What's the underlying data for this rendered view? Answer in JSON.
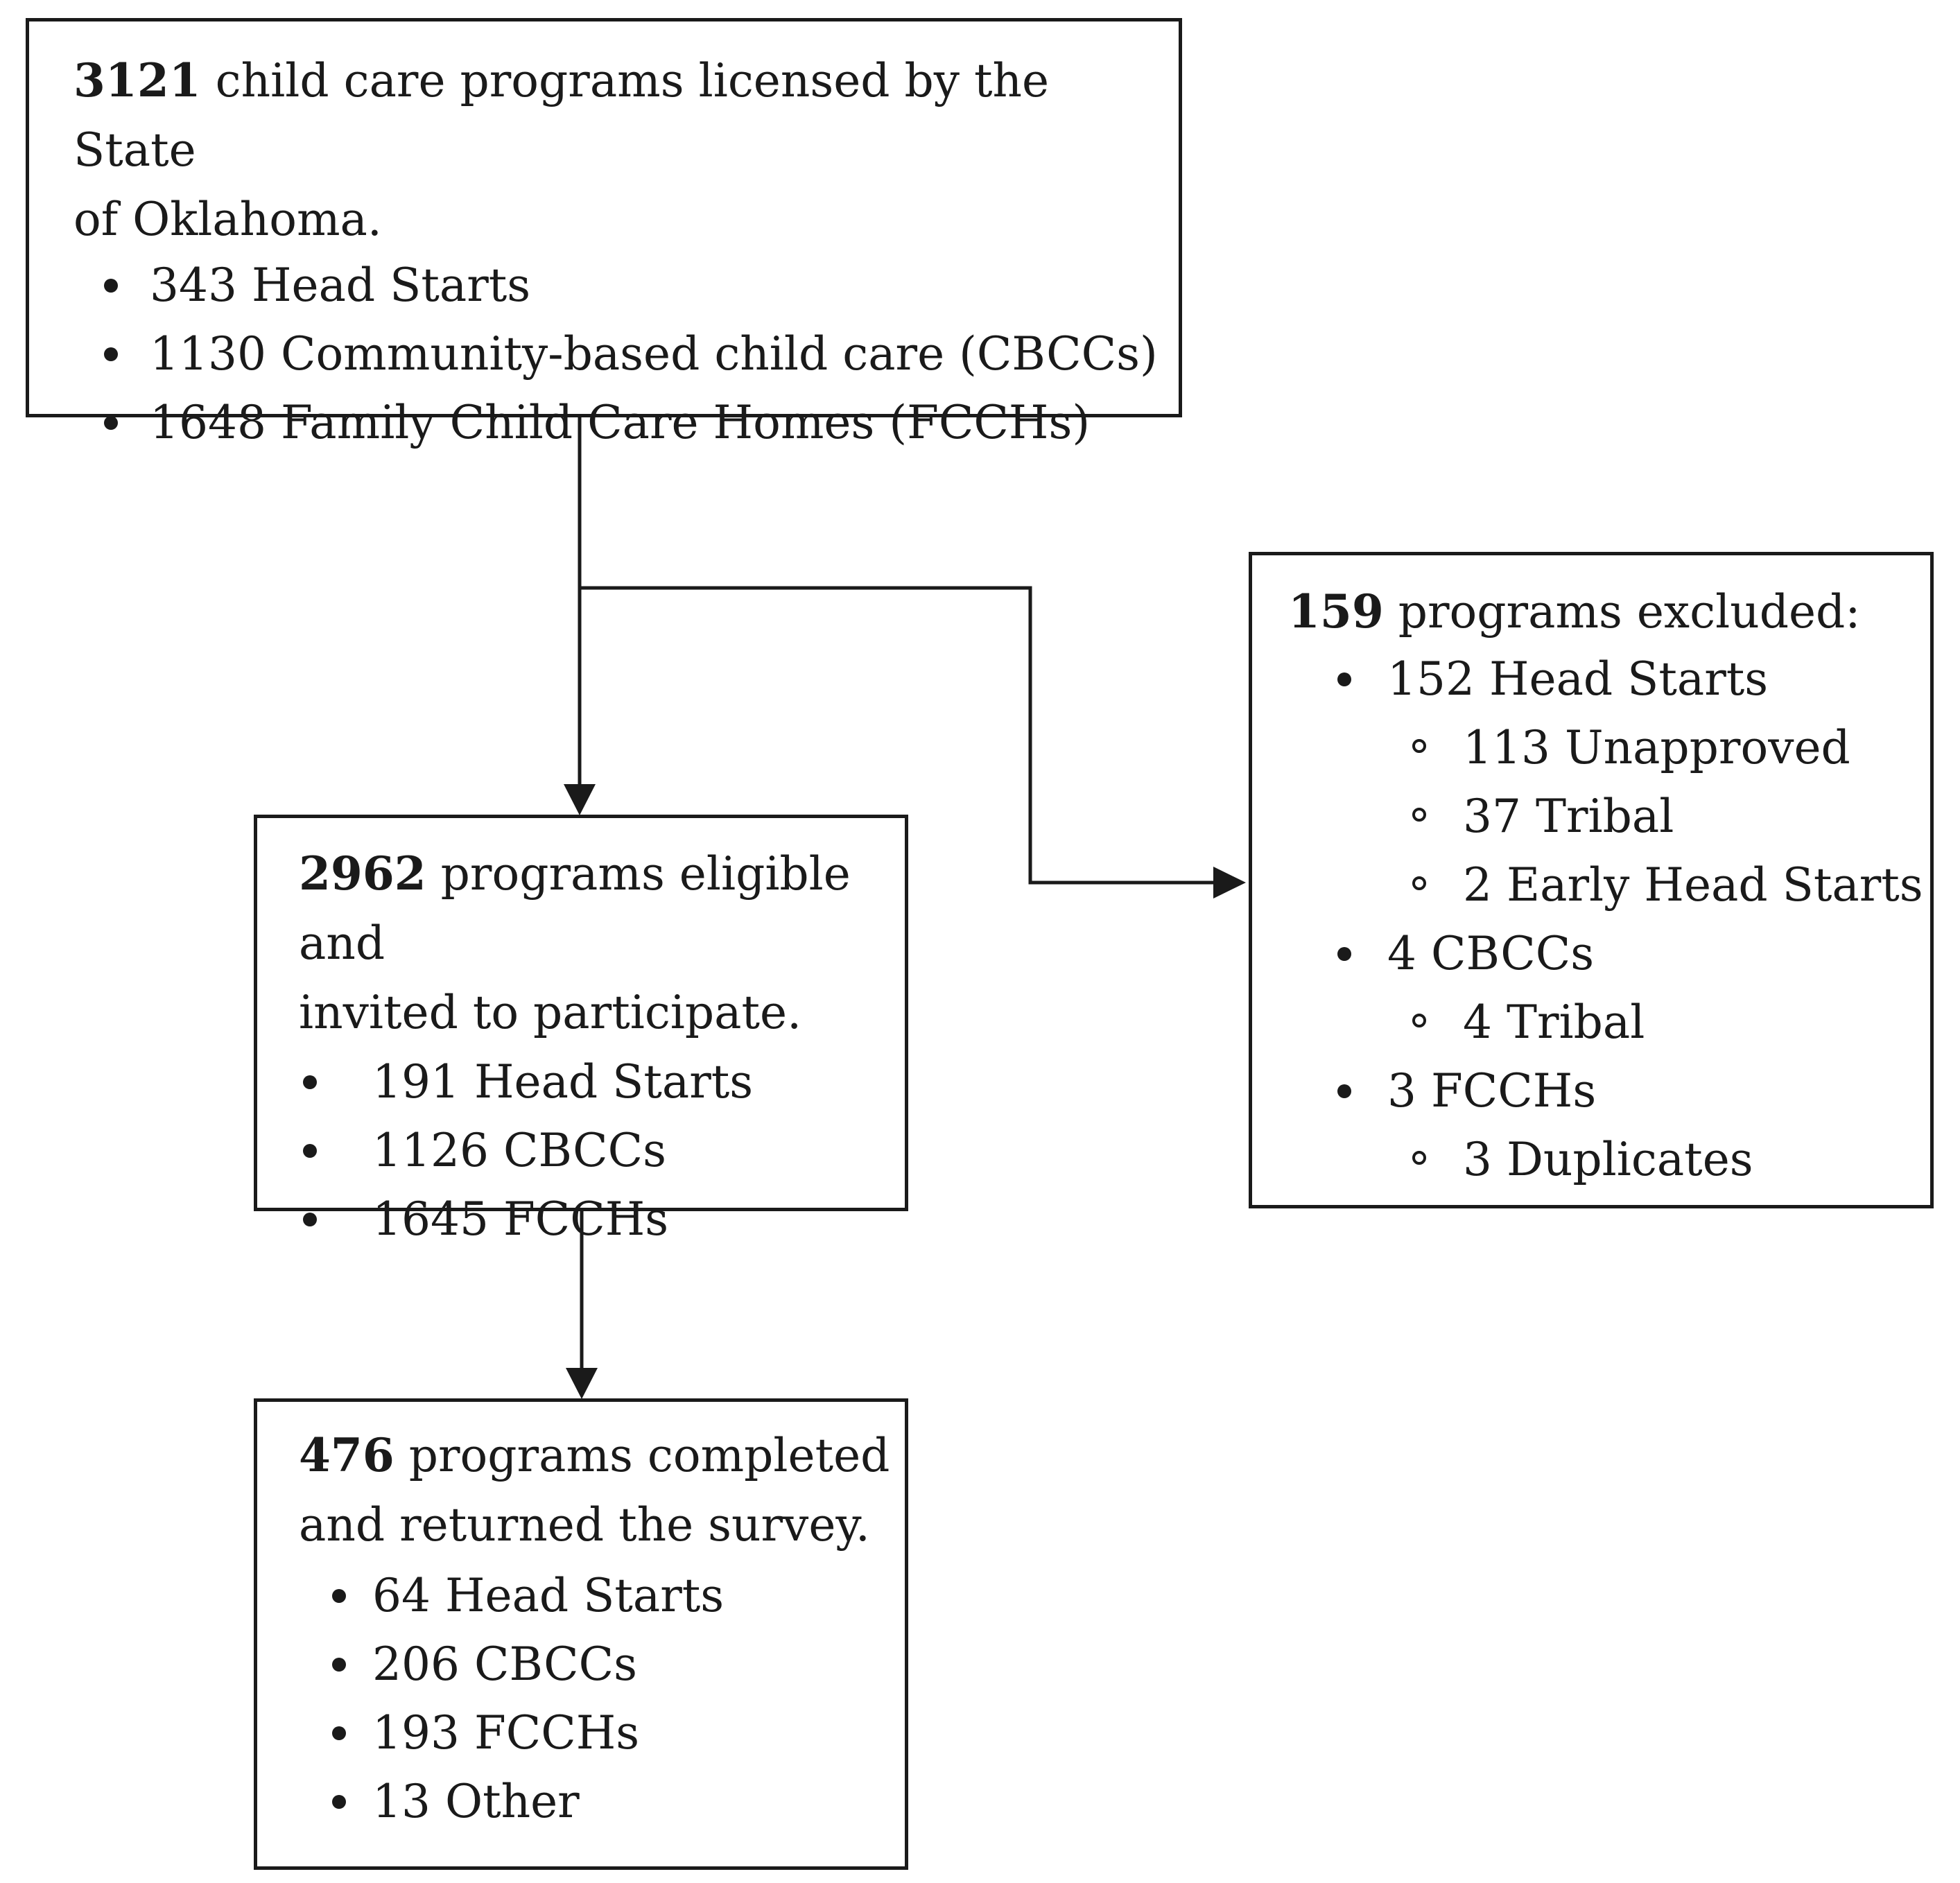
{
  "licensed": {
    "count": "3121",
    "text": " child care programs licensed by the State",
    "text2": "of Oklahoma.",
    "items": [
      "343 Head Starts",
      "1130 Community-based child care (CBCCs)",
      "1648 Family Child Care Homes (FCCHs)"
    ]
  },
  "eligible": {
    "count": "2962",
    "text": " programs eligible and",
    "text2": "invited to participate.",
    "items": [
      "191 Head Starts",
      "1126 CBCCs",
      "1645 FCCHs"
    ]
  },
  "excluded": {
    "count": "159",
    "text": " programs excluded:",
    "groups": [
      {
        "label": "152 Head Starts",
        "sub": [
          "113 Unapproved",
          "37 Tribal",
          "2 Early Head Starts"
        ]
      },
      {
        "label": "4 CBCCs",
        "sub": [
          "4 Tribal"
        ]
      },
      {
        "label": "3 FCCHs",
        "sub": [
          "3 Duplicates"
        ]
      }
    ]
  },
  "completed": {
    "count": "476",
    "text": " programs completed",
    "text2": "and returned the survey.",
    "items": [
      "64 Head Starts",
      "206 CBCCs",
      "193 FCCHs",
      "13 Other"
    ]
  }
}
